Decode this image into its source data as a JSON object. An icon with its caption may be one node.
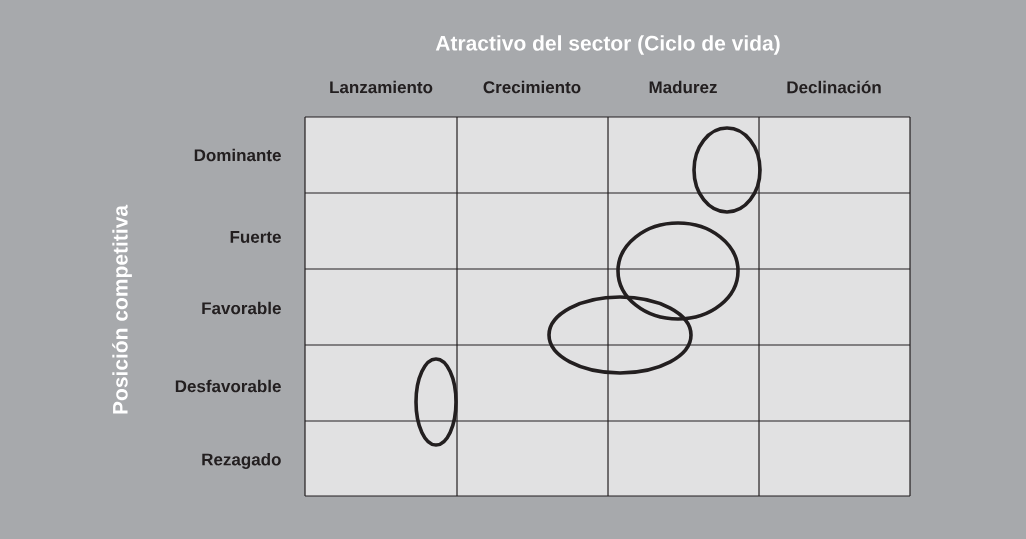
{
  "diagram": {
    "title": "Atractivo del sector (Ciclo de vida)",
    "nodes": [
      {
        "text": [],
        "shape": "ellipse"
      },
      {
        "text": [],
        "shape": "ellipse"
      },
      {
        "text": [],
        "shape": "ellipse"
      },
      {
        "text": [],
        "shape": "ellipse"
      }
    ],
    "labels": [
      "Lanzamiento",
      "Crecimiento",
      "Madurez",
      "Declinación",
      "Posición competitiva",
      "Dominante",
      "Fuerte",
      "Favorable",
      "Desfavorable",
      "Rezagado"
    ]
  }
}
